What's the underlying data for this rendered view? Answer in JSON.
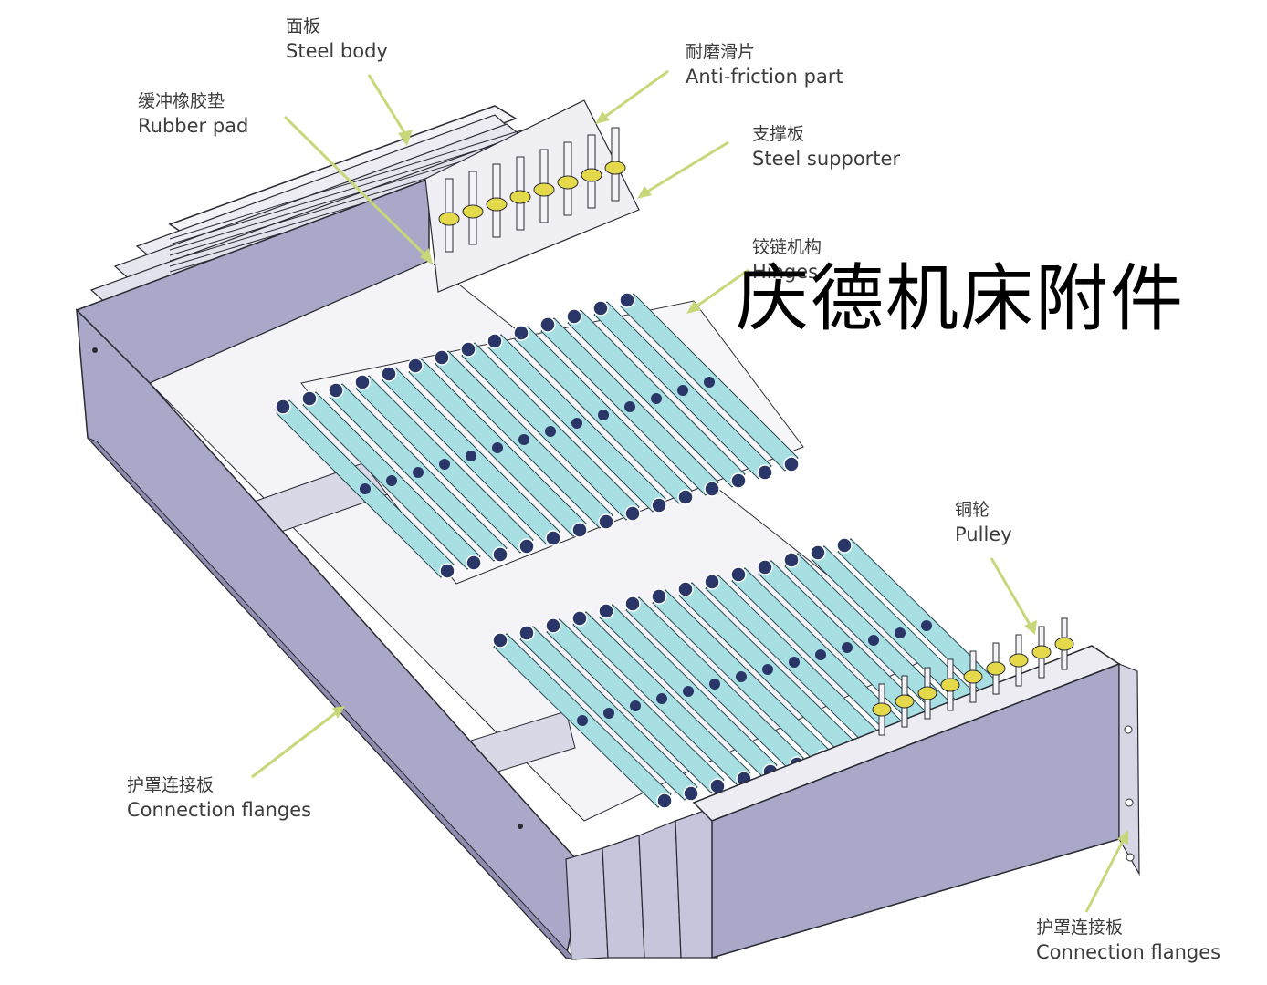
{
  "colors": {
    "panel": "#a9a8c8",
    "panel_light": "#c6c5dc",
    "panel_top": "#ececf2",
    "outline": "#2a2a33",
    "hinge": "#a7dfe3",
    "hinge_stroke": "#2f4a55",
    "pulley_dot": "#2a3568",
    "roller": "#e3d94a",
    "arrow": "#c8d77a"
  },
  "labels": [
    {
      "id": "steel-body",
      "zh": "面板",
      "en": "Steel body"
    },
    {
      "id": "anti-friction",
      "zh": "耐磨滑片",
      "en": "Anti-friction part"
    },
    {
      "id": "rubber-pad",
      "zh": "缓冲橡胶垫",
      "en": "Rubber pad"
    },
    {
      "id": "steel-supporter",
      "zh": "支撑板",
      "en": "Steel supporter"
    },
    {
      "id": "hinges",
      "zh": "铰链机构",
      "en": "Hinges"
    },
    {
      "id": "pulley",
      "zh": "铜轮",
      "en": "Pulley"
    },
    {
      "id": "flanges-left",
      "zh": "护罩连接板",
      "en": "Connection flanges"
    },
    {
      "id": "flanges-right",
      "zh": "护罩连接板",
      "en": "Connection flanges"
    }
  ],
  "watermark": "庆德机床附件"
}
